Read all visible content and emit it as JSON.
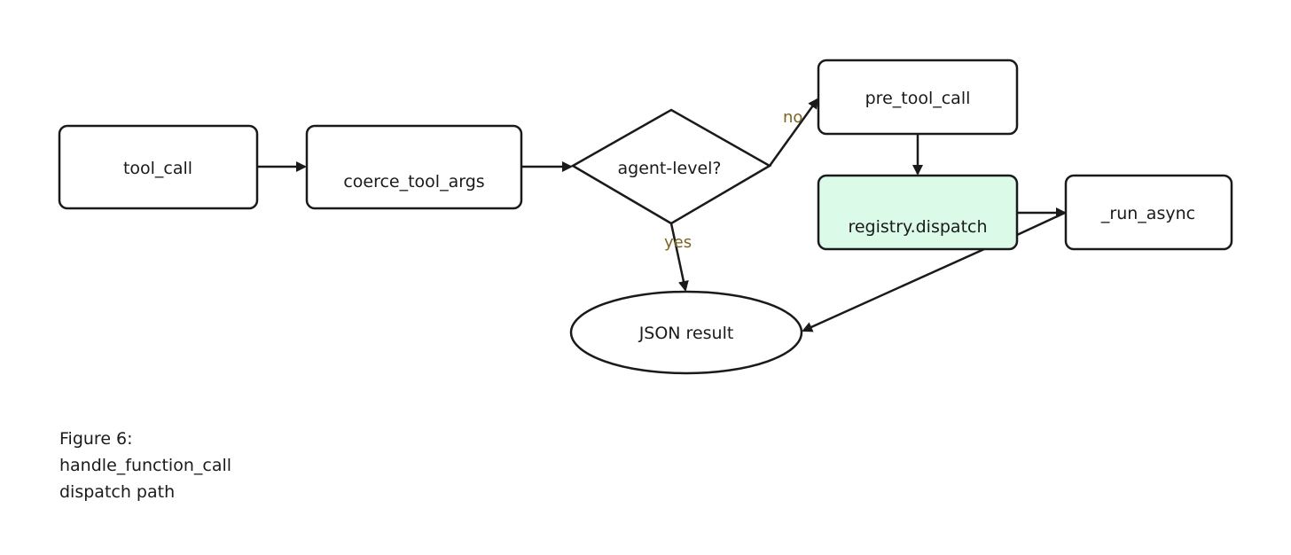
{
  "nodes": {
    "tool_call": "tool_call",
    "coerce_tool_args": "coerce_tool_args",
    "agent_level": "agent-level?",
    "pre_tool_call": "pre_tool_call",
    "registry_dispatch": "registry.dispatch",
    "run_async": "_run_async",
    "json_result": "JSON result"
  },
  "edges": {
    "no_label": "no",
    "yes_label": "yes"
  },
  "caption": {
    "line1": "Figure 6:",
    "line2": "handle_function_call",
    "line3": "dispatch path"
  },
  "colors": {
    "stroke": "#1a1a1a",
    "highlight_fill": "#dcfae8",
    "edge_label": "#7a6424"
  }
}
